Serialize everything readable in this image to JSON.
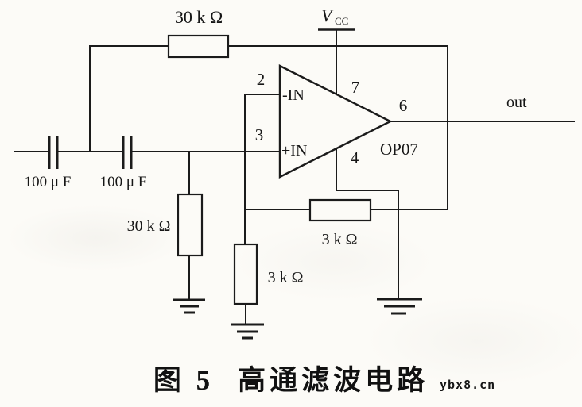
{
  "figure": {
    "caption_number": "图 5",
    "caption_title": "高通滤波电路",
    "watermark": "ybx8.cn",
    "watermark_color": "#2c7a68"
  },
  "components": {
    "r_feedback_label": "30 k Ω",
    "r_input_ground_label": "30 k Ω",
    "r_gain_ground_label": "3 k Ω",
    "r_gain_feedback_label": "3 k Ω",
    "c1_label": "100 μ F",
    "c2_label": "100 μ F"
  },
  "supply": {
    "vcc_main": "V",
    "vcc_sub": "CC"
  },
  "opamp": {
    "part": "OP07",
    "pin_inverting_num": "2",
    "pin_inverting_label": "-IN",
    "pin_noninverting_num": "3",
    "pin_noninverting_label": "+IN",
    "pin_vplus_num": "7",
    "pin_output_num": "6",
    "pin_vminus_num": "4",
    "output_label": "out"
  },
  "colors": {
    "line": "#1b1b1b",
    "background": "#fcfbf7",
    "watermark": "#2c7a68"
  }
}
